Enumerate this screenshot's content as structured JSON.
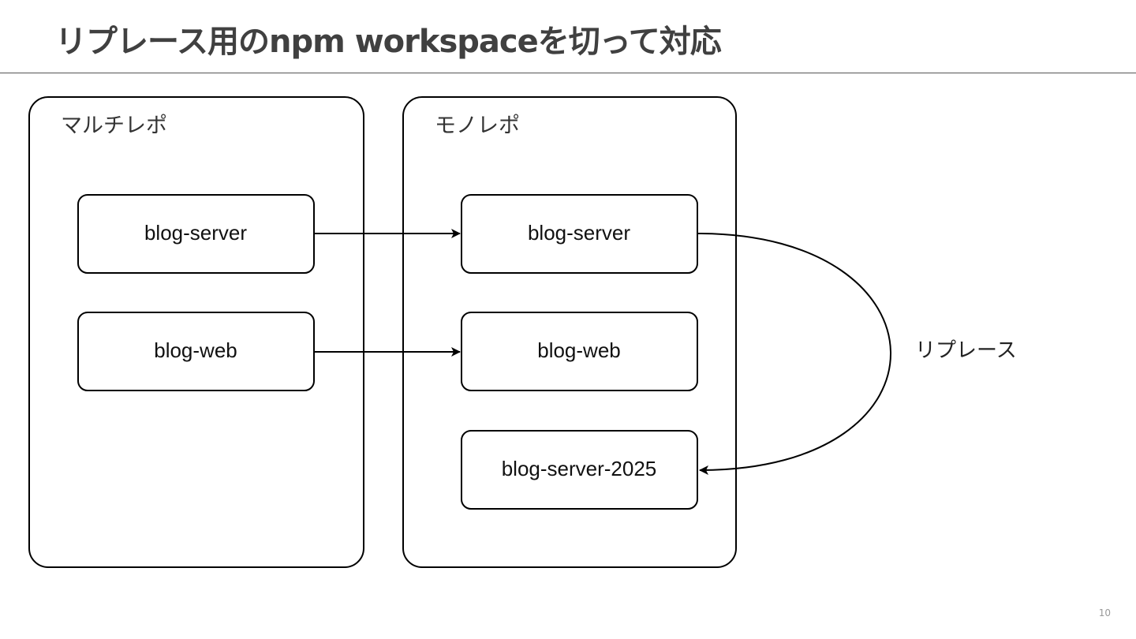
{
  "title": "リプレース用のnpm workspaceを切って対応",
  "page_number": "10",
  "diagram": {
    "groups": {
      "multirepo": {
        "label": "マルチレポ"
      },
      "monorepo": {
        "label": "モノレポ"
      }
    },
    "nodes": {
      "multi_blog_server": "blog-server",
      "multi_blog_web": "blog-web",
      "mono_blog_server": "blog-server",
      "mono_blog_web": "blog-web",
      "mono_blog_server_2025": "blog-server-2025"
    },
    "replace_label": "リプレース"
  }
}
